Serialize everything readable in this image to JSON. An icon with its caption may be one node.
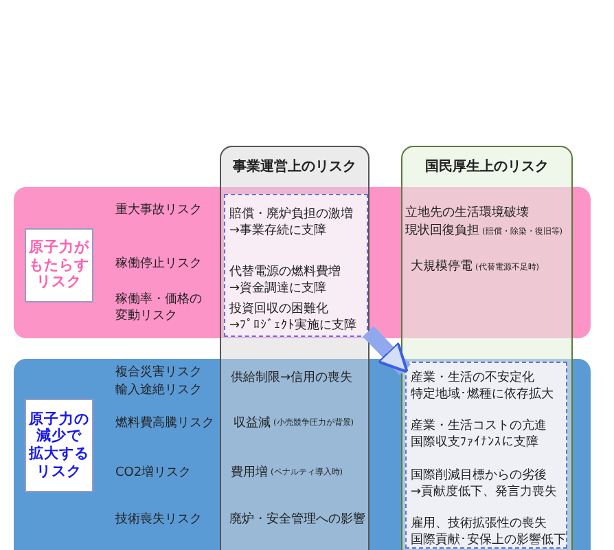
{
  "diagram": {
    "nodes": [
      {
        "text": [
          "事業運営上のリスク"
        ]
      },
      {
        "text": [
          "国民厚生上のリスク"
        ]
      },
      {
        "text": [],
        "shape": "band"
      },
      {
        "text": [
          "原子力がもたらすリスク"
        ],
        "in": 2
      },
      {
        "text": [
          "賠償・廃炉負担の激増→事業存続に支障",
          "代替電源の燃料費増→資金調達に支障",
          "投資回収の困難化→ﾌﾟﾛｼﾞｪｸﾄ実施に支障"
        ]
      },
      {
        "text": [],
        "shape": "band"
      },
      {
        "text": [
          "原子力の減少で拡大するリスク"
        ],
        "in": 5
      },
      {
        "text": [
          "産業・生活の不安定化特定地域･燃種に依存拡大",
          "産業・生活コストの亢進国際収支ﾌｧｲﾅﾝｽに支障",
          "国際削減目標からの劣後→貢献度低下、発言力喪失",
          "雇用、技術拡張性の喪失国際貢献･安保上の影響低下"
        ]
      }
    ],
    "edges": [
      {
        "from": 4,
        "to": 7,
        "arrow": "to"
      }
    ],
    "labels": [
      "重大事故リスク",
      "立地先の生活環境破壊",
      "現状回復負担",
      "(賠償・除染・復旧等)",
      "稼働停止リスク",
      "大規模停電",
      "(代替電源不足時)",
      "稼働率・価格の変動リスク",
      "複合災害リスク",
      "輸入途絶リスク",
      "供給制限→信用の喪失",
      "燃料費高騰リスク",
      "収益減",
      "(小売競争圧力が背景)",
      "CO2増リスク",
      "費用増",
      "(ペナルティ導入時)",
      "技術喪失リスク",
      "廃炉・安全管理への影響"
    ]
  }
}
